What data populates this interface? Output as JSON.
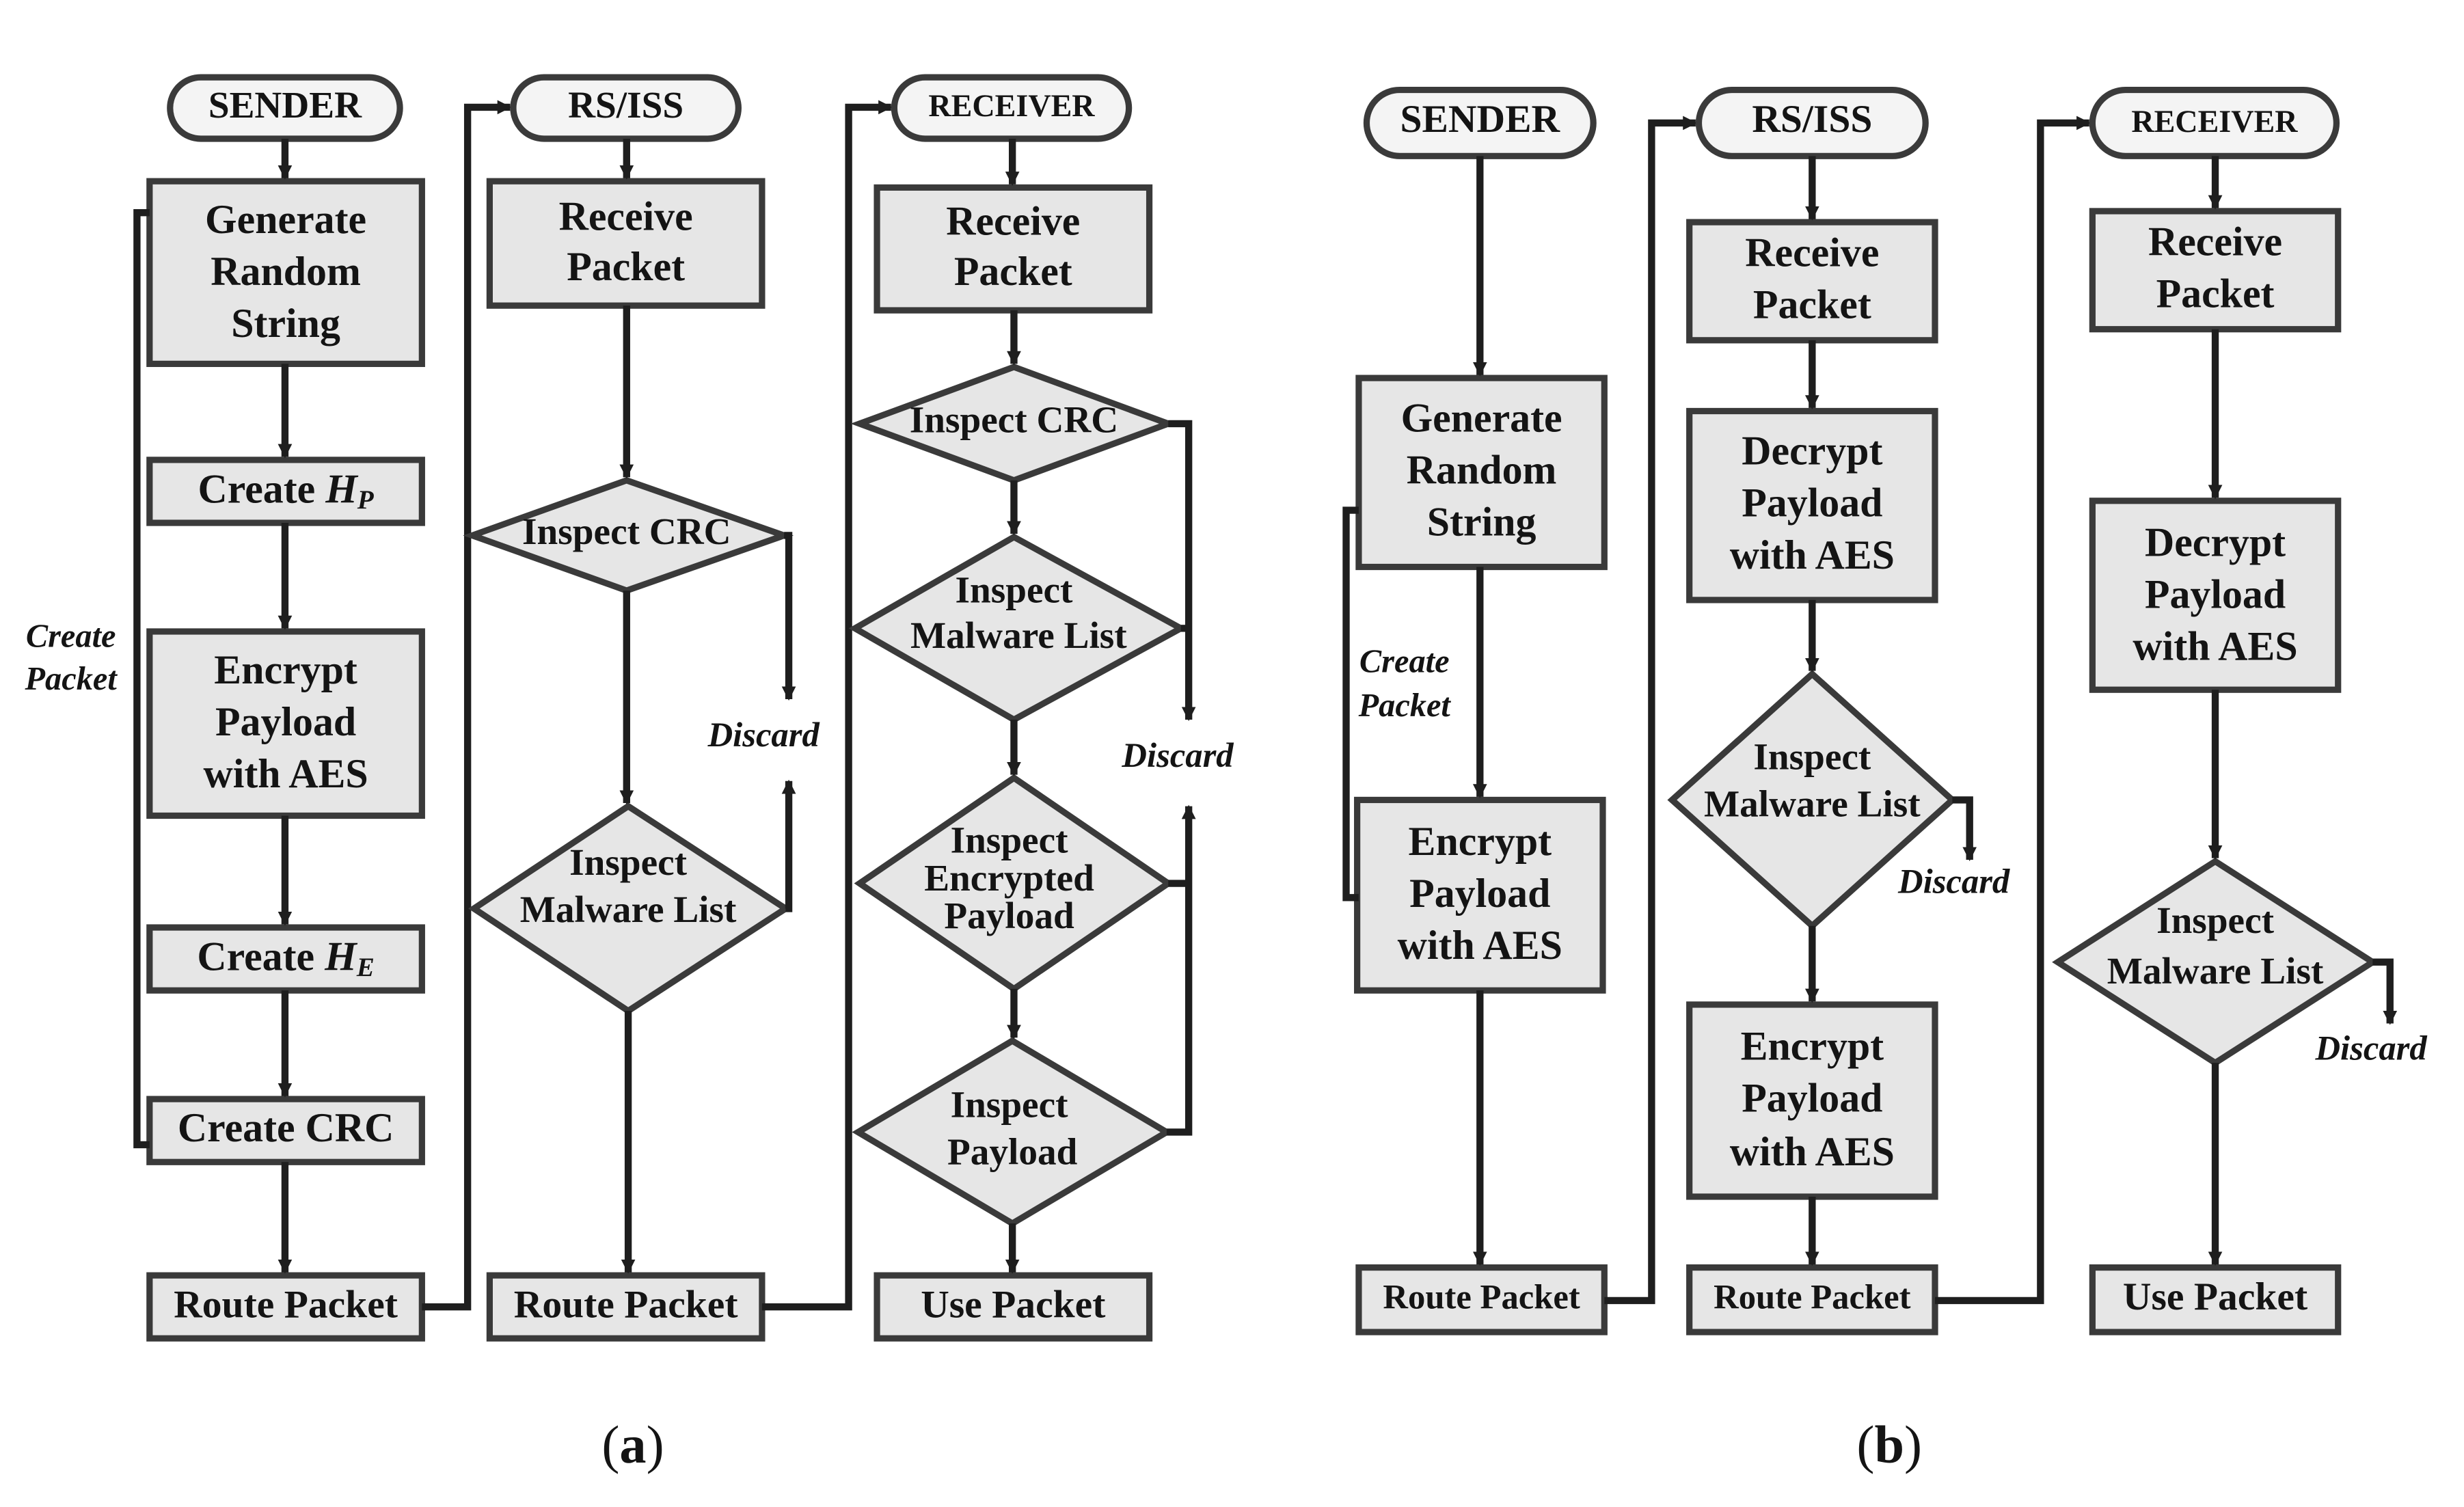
{
  "panel_a": {
    "caption_letter": "a",
    "sender": {
      "title": "SENDER",
      "generate_1": "Generate",
      "generate_2": "Random",
      "generate_3": "String",
      "create_hp": "Create",
      "hp_var": "H",
      "hp_sub": "P",
      "encrypt_1": "Encrypt",
      "encrypt_2": "Payload",
      "encrypt_3": "with AES",
      "create_he": "Create",
      "he_var": "H",
      "he_sub": "E",
      "create_crc": "Create CRC",
      "route": "Route Packet",
      "create_packet_1": "Create",
      "create_packet_2": "Packet"
    },
    "rs": {
      "title": "RS/ISS",
      "receive_1": "Receive",
      "receive_2": "Packet",
      "inspect_crc": "Inspect CRC",
      "inspect_mw_1": "Inspect",
      "inspect_mw_2": "Malware List",
      "discard": "Discard",
      "route": "Route Packet"
    },
    "receiver": {
      "title": "RECEIVER",
      "receive_1": "Receive",
      "receive_2": "Packet",
      "inspect_crc": "Inspect CRC",
      "inspect_mw_1": "Inspect",
      "inspect_mw_2": "Malware List",
      "inspect_enc_1": "Inspect",
      "inspect_enc_2": "Encrypted",
      "inspect_enc_3": "Payload",
      "inspect_pl_1": "Inspect",
      "inspect_pl_2": "Payload",
      "discard": "Discard",
      "use": "Use Packet"
    }
  },
  "panel_b": {
    "caption_letter": "b",
    "sender": {
      "title": "SENDER",
      "generate_1": "Generate",
      "generate_2": "Random",
      "generate_3": "String",
      "encrypt_1": "Encrypt",
      "encrypt_2": "Payload",
      "encrypt_3": "with AES",
      "route": "Route Packet",
      "create_packet_1": "Create",
      "create_packet_2": "Packet"
    },
    "rs": {
      "title": "RS/ISS",
      "receive_1": "Receive",
      "receive_2": "Packet",
      "decrypt_1": "Decrypt",
      "decrypt_2": "Payload",
      "decrypt_3": "with AES",
      "inspect_mw_1": "Inspect",
      "inspect_mw_2": "Malware List",
      "discard": "Discard",
      "encrypt_1": "Encrypt",
      "encrypt_2": "Payload",
      "encrypt_3": "with AES",
      "route": "Route Packet"
    },
    "receiver": {
      "title": "RECEIVER",
      "receive_1": "Receive",
      "receive_2": "Packet",
      "decrypt_1": "Decrypt",
      "decrypt_2": "Payload",
      "decrypt_3": "with AES",
      "inspect_mw_1": "Inspect",
      "inspect_mw_2": "Malware List",
      "discard": "Discard",
      "use": "Use Packet"
    }
  }
}
